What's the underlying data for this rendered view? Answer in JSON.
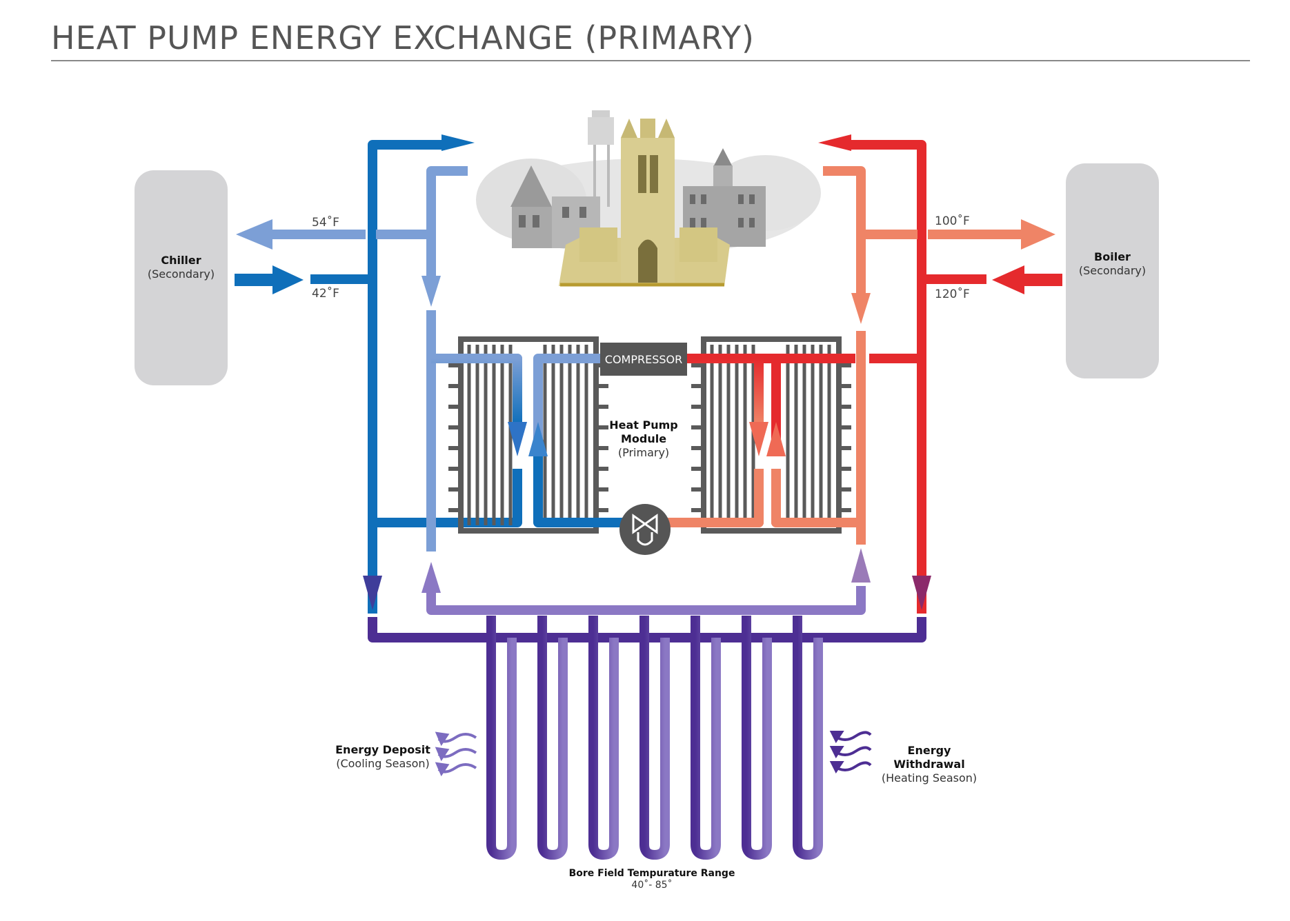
{
  "title": "HEAT PUMP ENERGY EXCHANGE (PRIMARY)",
  "chiller": {
    "name": "Chiller",
    "role": "(Secondary)",
    "supply_temp": "54˚F",
    "return_temp": "42˚F"
  },
  "boiler": {
    "name": "Boiler",
    "role": "(Secondary)",
    "supply_temp": "100˚F",
    "return_temp": "120˚F"
  },
  "heat_pump": {
    "line1": "Heat Pump",
    "line2": "Module",
    "role": "(Primary)",
    "compressor": "COMPRESSOR"
  },
  "energy_deposit": {
    "name": "Energy Deposit",
    "season": "(Cooling Season)"
  },
  "energy_withdrawal": {
    "name": "Energy Withdrawal",
    "season": "(Heating Season)"
  },
  "bore_field": {
    "name": "Bore Field Tempurature Range",
    "range": "40˚- 85˚"
  },
  "colors": {
    "dark_blue": "#0f6fba",
    "light_blue": "#7c9fd6",
    "red": "#e52a2d",
    "salmon": "#ef8466",
    "purple": "#4d2e93",
    "lavender": "#8b78c4",
    "grey": "#555555"
  },
  "icons": {
    "campus": "campus-buildings-illustration",
    "valve": "expansion-valve-icon"
  }
}
